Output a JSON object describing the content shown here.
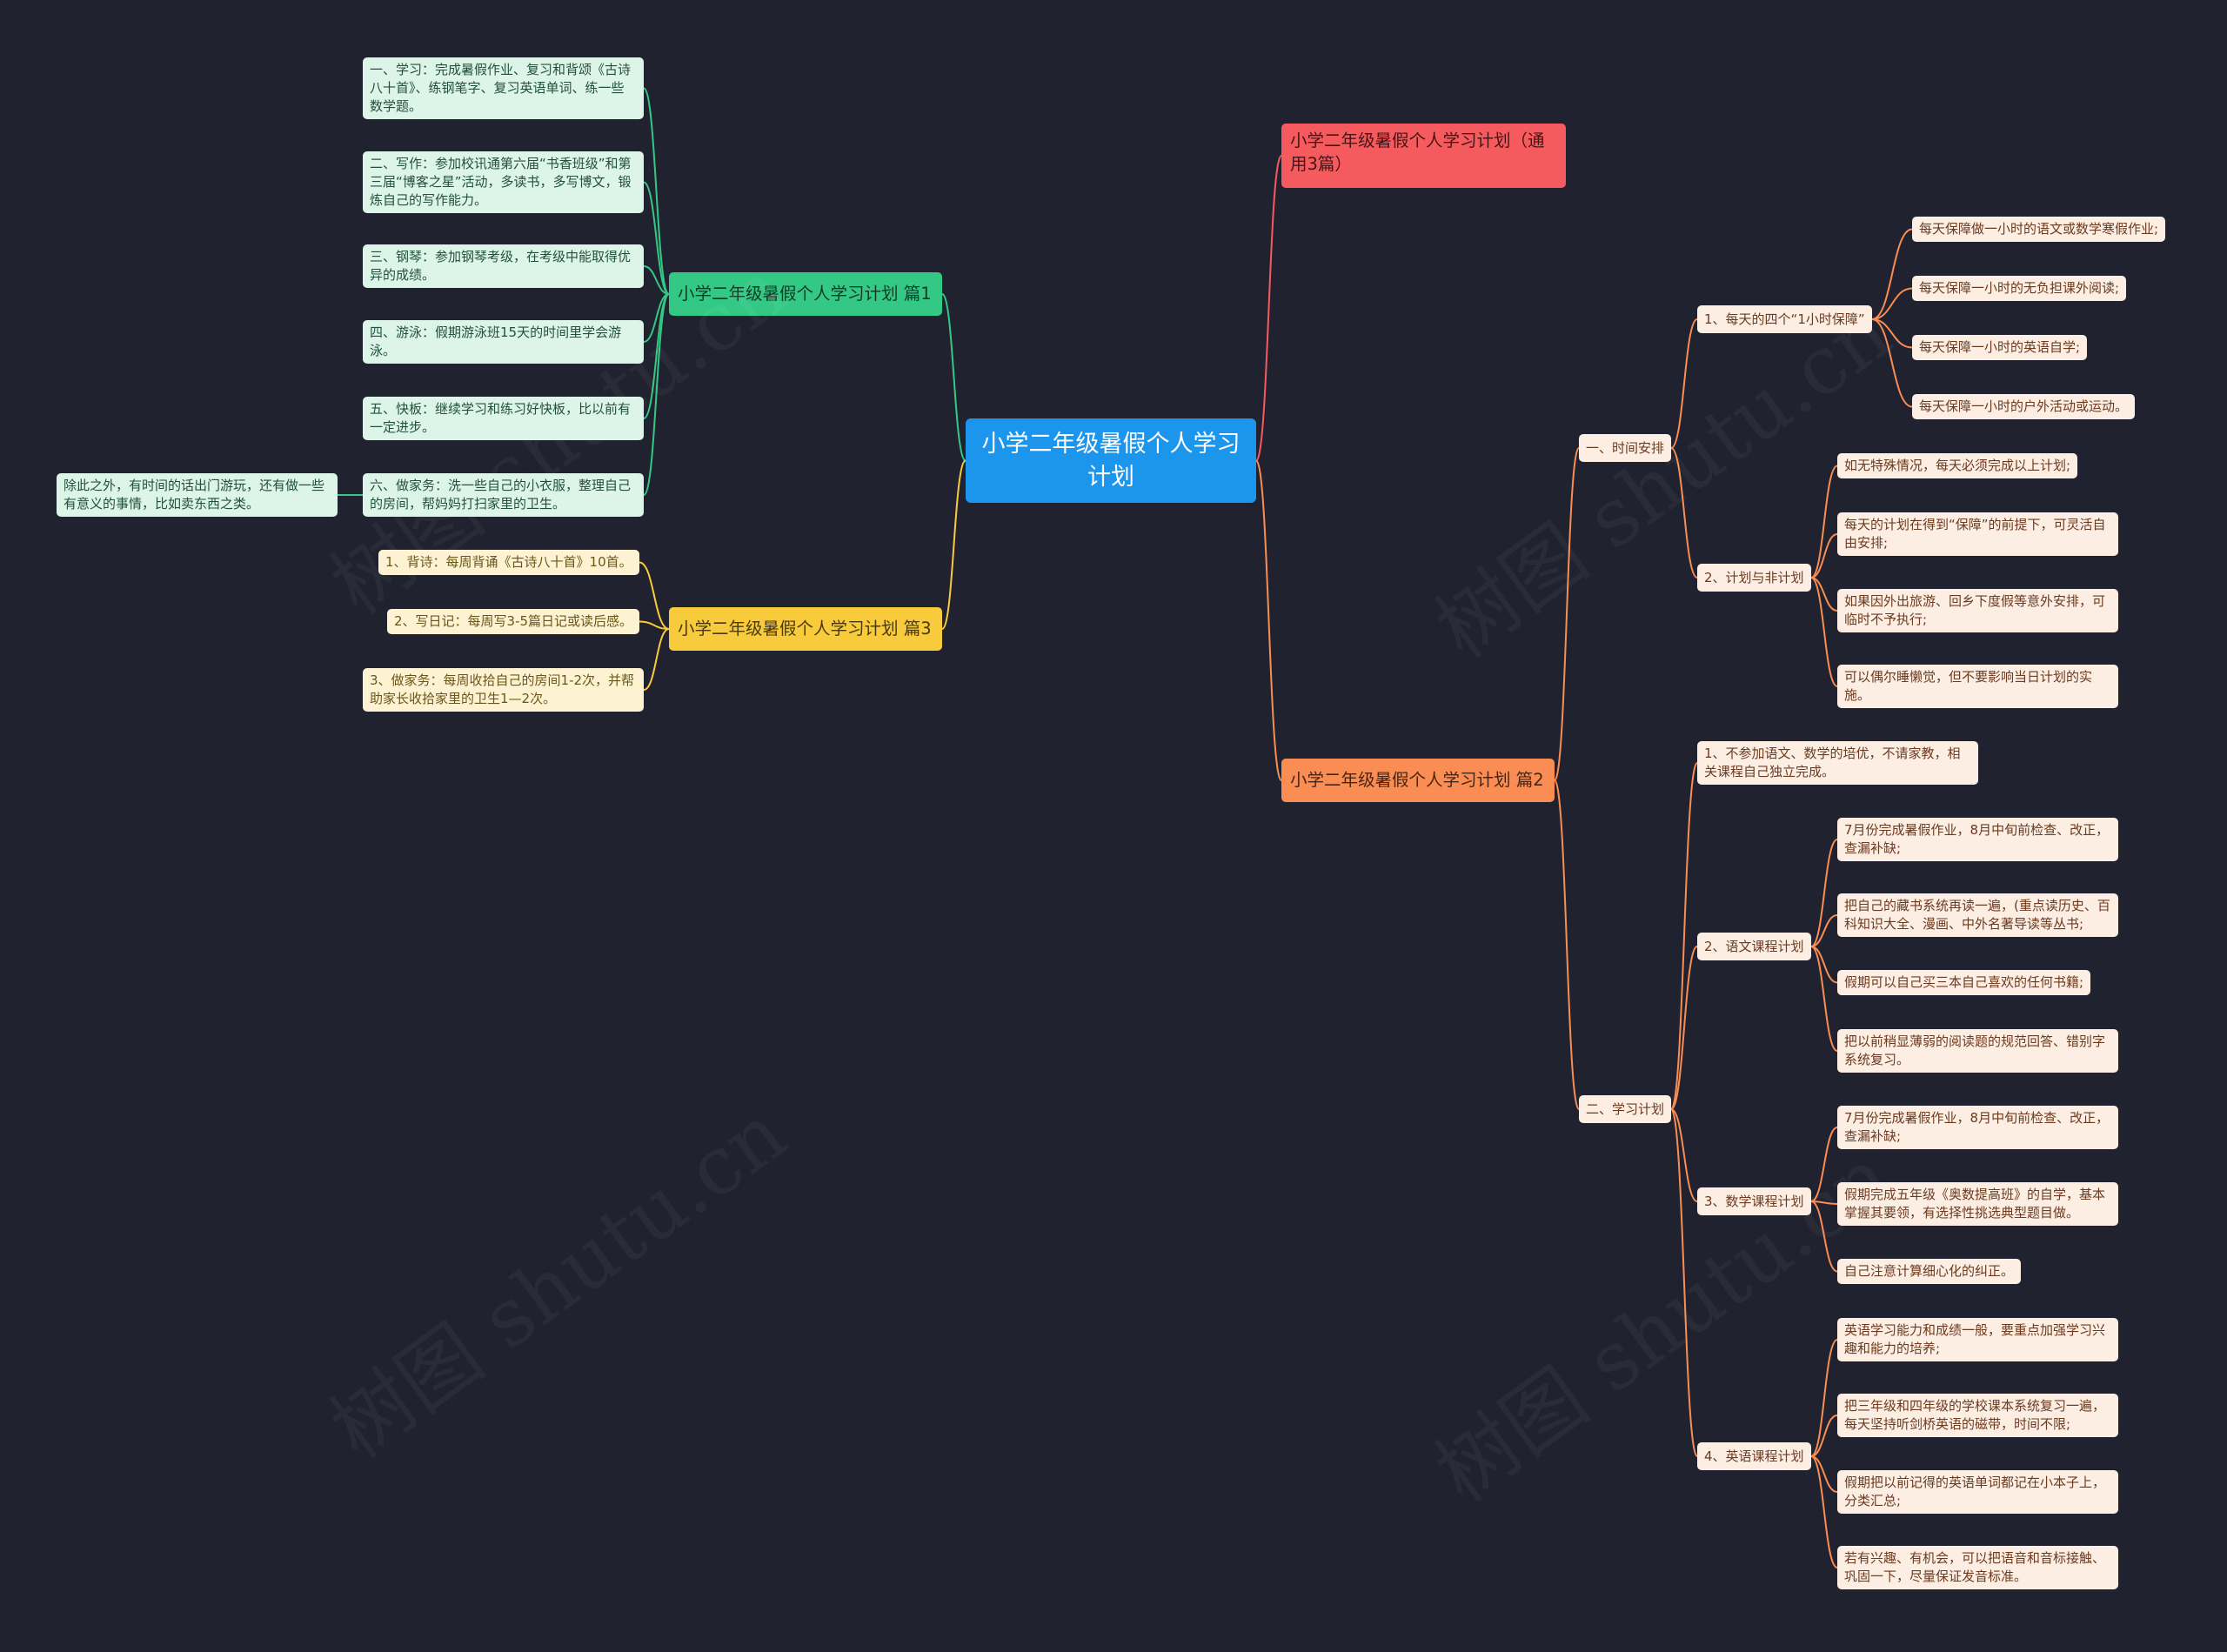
{
  "root": "小学二年级暑假个人学习计划",
  "watermark": "树图 shutu.cn",
  "colors": {
    "background": "#20232f",
    "root": "#1c96ec",
    "red": "#f55b5e",
    "orange": "#fa8d54",
    "green": "#33c985",
    "yellow": "#f8cb3c"
  },
  "branch_red": {
    "title": "小学二年级暑假个人学习计划（通用3篇）"
  },
  "branch_orange": {
    "title": "小学二年级暑假个人学习计划 篇2",
    "time": {
      "title": "一、时间安排",
      "daily": {
        "title": "1、每天的四个“1小时保障”",
        "items": [
          "每天保障做一小时的语文或数学寒假作业;",
          "每天保障一小时的无负担课外阅读;",
          "每天保障一小时的英语自学;",
          "每天保障一小时的户外活动或运动。"
        ]
      },
      "plan": {
        "title": "2、计划与非计划",
        "items": [
          "如无特殊情况，每天必须完成以上计划;",
          "每天的计划在得到“保障”的前提下，可灵活自由安排;",
          "如果因外出旅游、回乡下度假等意外安排，可临时不予执行;",
          "可以偶尔睡懒觉，但不要影响当日计划的实施。"
        ]
      }
    },
    "study": {
      "title": "二、学习计划",
      "item1": "1、不参加语文、数学的培优，不请家教，相关课程自己独立完成。",
      "chinese": {
        "title": "2、语文课程计划",
        "items": [
          "7月份完成暑假作业，8月中旬前检查、改正，查漏补缺;",
          "把自己的藏书系统再读一遍，(重点读历史、百科知识大全、漫画、中外名著导读等丛书;",
          "假期可以自己买三本自己喜欢的任何书籍;",
          "把以前稍显薄弱的阅读题的规范回答、错别字系统复习。"
        ]
      },
      "math": {
        "title": "3、数学课程计划",
        "items": [
          "7月份完成暑假作业，8月中旬前检查、改正，查漏补缺;",
          "假期完成五年级《奥数提高班》的自学，基本掌握其要领，有选择性挑选典型题目做。",
          "自己注意计算细心化的纠正。"
        ]
      },
      "english": {
        "title": "4、英语课程计划",
        "items": [
          "英语学习能力和成绩一般，要重点加强学习兴趣和能力的培养;",
          "把三年级和四年级的学校课本系统复习一遍，每天坚持听剑桥英语的磁带，时间不限;",
          "假期把以前记得的英语单词都记在小本子上，分类汇总;",
          "若有兴趣、有机会，可以把语音和音标接触、巩固一下，尽量保证发音标准。"
        ]
      }
    }
  },
  "branch_green": {
    "title": "小学二年级暑假个人学习计划 篇1",
    "items": [
      "一、学习：完成暑假作业、复习和背颂《古诗八十首》、练钢笔字、复习英语单词、练一些数学题。",
      "二、写作：参加校讯通第六届“书香班级”和第三届“博客之星”活动，多读书，多写博文，锻炼自己的写作能力。",
      "三、钢琴：参加钢琴考级，在考级中能取得优异的成绩。",
      "四、游泳：假期游泳班15天的时间里学会游泳。",
      "五、快板：继续学习和练习好快板，比以前有一定进步。",
      "六、做家务：洗一些自己的小衣服，整理自己的房间，帮妈妈打扫家里的卫生。"
    ],
    "extra": "除此之外，有时间的话出门游玩，还有做一些有意义的事情，比如卖东西之类。"
  },
  "branch_yellow": {
    "title": "小学二年级暑假个人学习计划 篇3",
    "items": [
      "1、背诗：每周背诵《古诗八十首》10首。",
      "2、写日记：每周写3-5篇日记或读后感。",
      "3、做家务：每周收拾自己的房间1-2次，并帮助家长收拾家里的卫生1—2次。"
    ]
  }
}
